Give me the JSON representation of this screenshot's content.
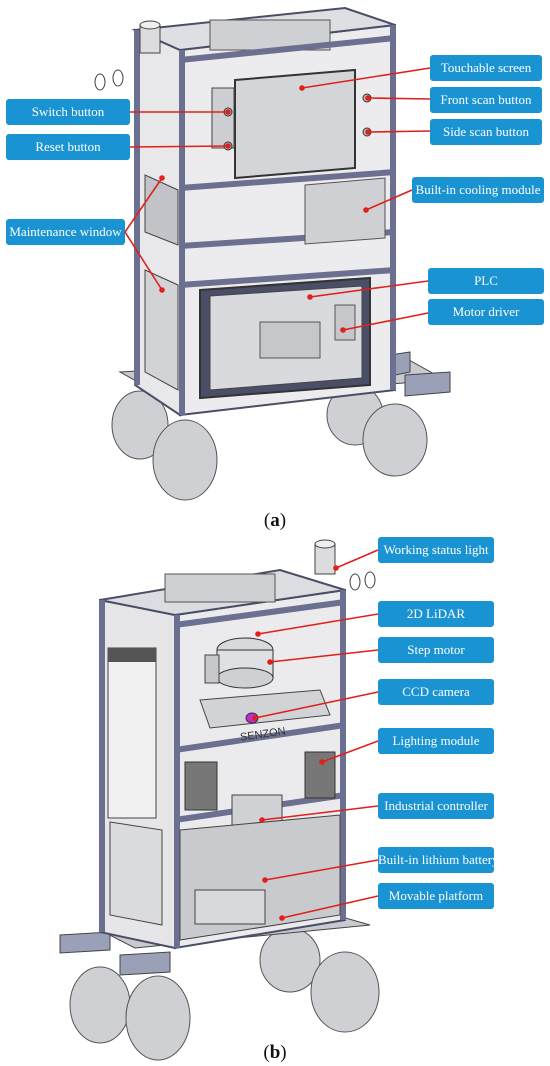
{
  "panel_a": {
    "caption_letter": "a",
    "labels": {
      "touchable_screen": "Touchable screen",
      "front_scan_button": "Front scan button",
      "side_scan_button": "Side scan button",
      "switch_button": "Switch button",
      "reset_button": "Reset button",
      "built_in_cooling_module": "Built-in cooling module",
      "maintenance_window": "Maintenance window",
      "plc": "PLC",
      "motor_driver": "Motor driver"
    }
  },
  "panel_b": {
    "caption_letter": "b",
    "housing_brand": "SENZON",
    "labels": {
      "working_status_light": "Working status light",
      "lidar_2d": "2D LiDAR",
      "step_motor": "Step motor",
      "ccd_camera": "CCD camera",
      "lighting_module": "Lighting module",
      "industrial_controller": "Industrial controller",
      "built_in_lithium_battery": "Built-in lithium battery",
      "movable_platform": "Movable platform"
    }
  },
  "colors": {
    "label_bg": "#1a93d2",
    "label_text": "#ffffff",
    "leader_line": "#e0201b",
    "frame": "#9aa0b8",
    "frame_edge": "#4a4e66",
    "panel_fill": "#d6d7da",
    "wheel": "#cfd0d3"
  }
}
